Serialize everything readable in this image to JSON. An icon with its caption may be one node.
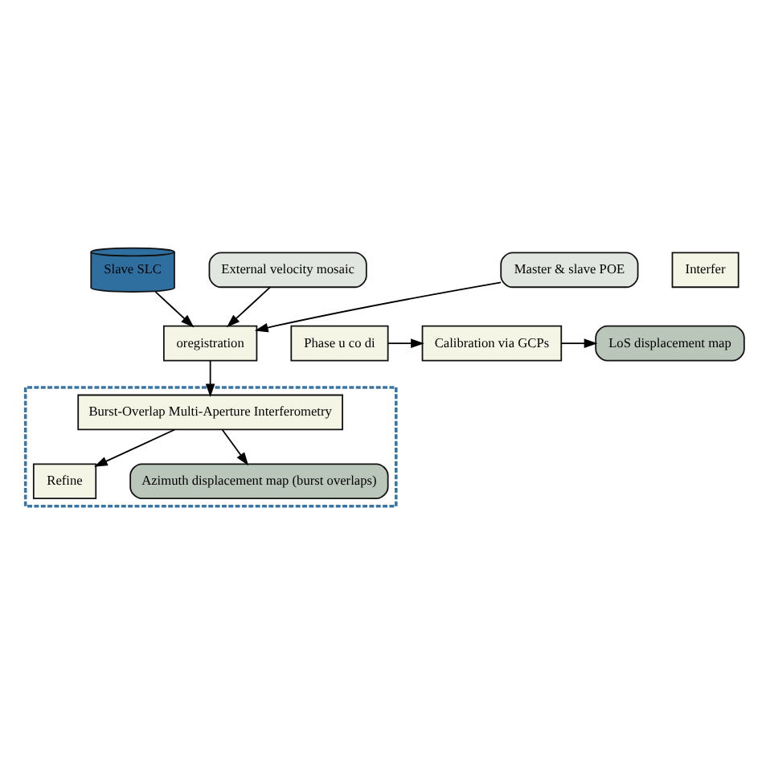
{
  "diagram": {
    "nodes": [
      {
        "text": [
          "Slave SLC"
        ]
      },
      {
        "text": [
          "oregistration"
        ]
      },
      {
        "text": [],
        "shape": "box"
      },
      {
        "text": [
          "Burst-Overlap Multi-Aperture Interferometry"
        ],
        "in": 2
      },
      {
        "text": [
          "Refine"
        ],
        "in": 2
      },
      {
        "text": [
          "Azimuth displacement map (burst overlaps)"
        ],
        "in": 2
      },
      {
        "text": [
          "Master & slave POE"
        ]
      },
      {
        "text": [
          "External velocity mosaic"
        ]
      },
      {
        "text": [
          "Interfer"
        ]
      },
      {
        "text": [
          "Phase u co di"
        ]
      },
      {
        "text": [
          "Calibration via GCPs"
        ]
      },
      {
        "text": [
          "LoS displacement map"
        ]
      }
    ],
    "edges": [
      {
        "from": 0,
        "to": 1,
        "arrow": "to"
      },
      {
        "from": 6,
        "to": 1,
        "arrow": "to"
      },
      {
        "from": 7,
        "to": 1,
        "arrow": "to"
      },
      {
        "from": 1,
        "to": 3,
        "arrow": "to"
      },
      {
        "from": 3,
        "to": 4,
        "arrow": "to"
      },
      {
        "from": 3,
        "to": 5,
        "arrow": "to"
      },
      {
        "from": 9,
        "to": 10,
        "arrow": "to"
      },
      {
        "from": 10,
        "to": 11,
        "arrow": "to"
      }
    ]
  }
}
